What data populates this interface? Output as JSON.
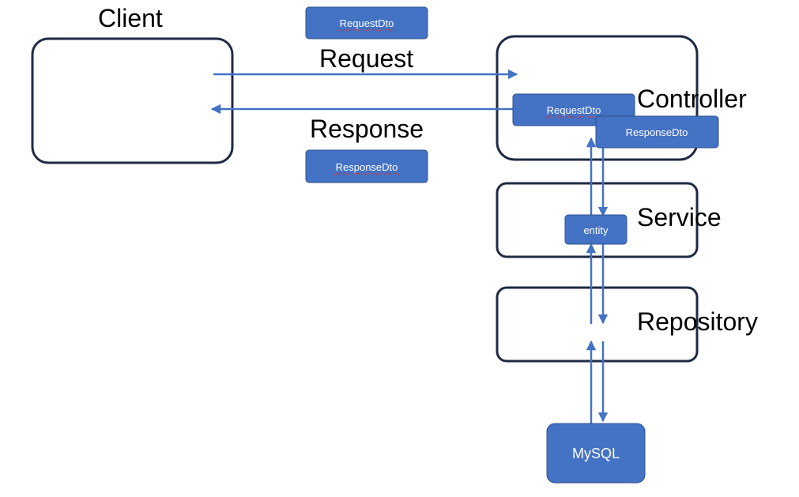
{
  "nodes": {
    "client": "Client",
    "controller": "Controller",
    "service": "Service",
    "repository": "Repository",
    "mysql": "MySQL"
  },
  "edges": {
    "request": "Request",
    "response": "Response"
  },
  "chips": {
    "request_dto_top": "RequestDto",
    "response_dto_mid": "ResponseDto",
    "request_dto_controller": "RequestDto",
    "response_dto_controller": "ResponseDto",
    "entity": "entity"
  },
  "colors": {
    "accent": "#4472c4",
    "border": "#1f2a44"
  }
}
